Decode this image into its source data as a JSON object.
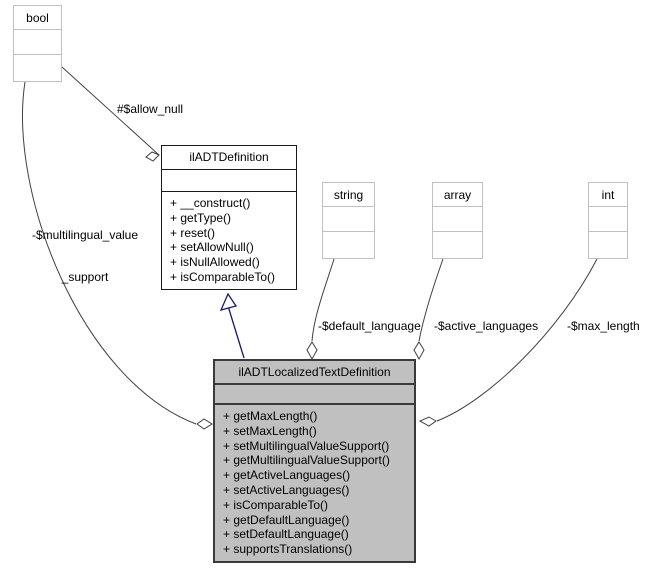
{
  "diagram": {
    "title": "ilADTLocalizedTextDefinition collaboration diagram",
    "type": "uml-class-diagram",
    "background": "#ffffff",
    "line_color": "#404040",
    "inheritance_color": "#191970",
    "highlight_fill": "#c0c0c0"
  },
  "nodes": {
    "bool": {
      "name": "bool",
      "kind": "type",
      "attributes": [],
      "operations": []
    },
    "string": {
      "name": "string",
      "kind": "type",
      "attributes": [],
      "operations": []
    },
    "array": {
      "name": "array",
      "kind": "type",
      "attributes": [],
      "operations": []
    },
    "int": {
      "name": "int",
      "kind": "type",
      "attributes": [],
      "operations": []
    },
    "ilADTDefinition": {
      "name": "ilADTDefinition",
      "kind": "class",
      "attributes": [],
      "operations": [
        "+ __construct()",
        "+ getType()",
        "+ reset()",
        "+ setAllowNull()",
        "+ isNullAllowed()",
        "+ isComparableTo()"
      ]
    },
    "ilADTLocalizedTextDefinition": {
      "name": "ilADTLocalizedTextDefinition",
      "kind": "class",
      "highlighted": true,
      "attributes": [],
      "operations": [
        "+ getMaxLength()",
        "+ setMaxLength()",
        "+ setMultilingualValueSupport()",
        "+ getMultilingualValueSupport()",
        "+ getActiveLanguages()",
        "+ setActiveLanguages()",
        "+ isComparableTo()",
        "+ getDefaultLanguage()",
        "+ setDefaultLanguage()",
        "+ supportsTranslations()"
      ]
    }
  },
  "edges": [
    {
      "id": "allow-null",
      "from": "bool",
      "to": "ilADTDefinition",
      "relation": "aggregation",
      "label": "#$allow_null",
      "label_lines": [
        "#$allow_null"
      ]
    },
    {
      "id": "multilingual-value-support",
      "from": "bool",
      "to": "ilADTLocalizedTextDefinition",
      "relation": "aggregation",
      "label": "-$multilingual_value_support",
      "label_lines": [
        "-$multilingual_value",
        "_support"
      ]
    },
    {
      "id": "default-language",
      "from": "string",
      "to": "ilADTLocalizedTextDefinition",
      "relation": "aggregation",
      "label": "-$default_language",
      "label_lines": [
        "-$default_language"
      ]
    },
    {
      "id": "active-languages",
      "from": "array",
      "to": "ilADTLocalizedTextDefinition",
      "relation": "aggregation",
      "label": "-$active_languages",
      "label_lines": [
        "-$active_languages"
      ]
    },
    {
      "id": "max-length",
      "from": "int",
      "to": "ilADTLocalizedTextDefinition",
      "relation": "aggregation",
      "label": "-$max_length",
      "label_lines": [
        "-$max_length"
      ]
    },
    {
      "id": "generalization",
      "from": "ilADTLocalizedTextDefinition",
      "to": "ilADTDefinition",
      "relation": "inheritance",
      "label": ""
    }
  ]
}
